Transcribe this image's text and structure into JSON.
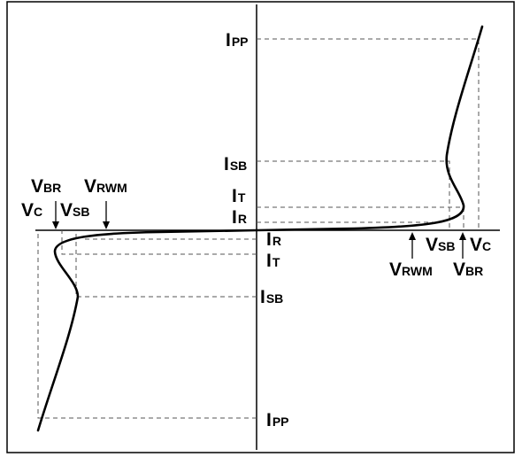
{
  "labels": {
    "ipp_top": {
      "main": "I",
      "sub": "PP"
    },
    "isb_top": {
      "main": "I",
      "sub": "SB"
    },
    "it_top": {
      "main": "I",
      "sub": "T"
    },
    "ir_top": {
      "main": "I",
      "sub": "R"
    },
    "ir_bottom": {
      "main": "I",
      "sub": "R"
    },
    "it_bottom": {
      "main": "I",
      "sub": "T"
    },
    "isb_bottom": {
      "main": "I",
      "sub": "SB"
    },
    "ipp_bottom": {
      "main": "I",
      "sub": "PP"
    },
    "vbr_left": {
      "main": "V",
      "sub": "BR"
    },
    "vrwm_left": {
      "main": "V",
      "sub": "RWM"
    },
    "vc_left": {
      "main": "V",
      "sub": "C"
    },
    "vsb_left": {
      "main": "V",
      "sub": "SB"
    },
    "vsb_right": {
      "main": "V",
      "sub": "SB"
    },
    "vc_right": {
      "main": "V",
      "sub": "C"
    },
    "vrwm_right": {
      "main": "V",
      "sub": "RWM"
    },
    "vbr_right": {
      "main": "V",
      "sub": "BR"
    }
  }
}
